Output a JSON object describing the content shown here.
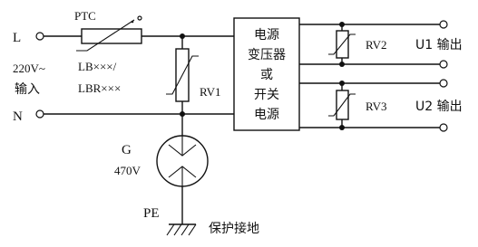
{
  "left_labels": {
    "line": "L",
    "neutral": "N",
    "voltage": "220V~",
    "input": "输入"
  },
  "ptc": {
    "name": "PTC",
    "model_1": "LB×××/",
    "model_2": "LBR×××"
  },
  "varistors": {
    "rv1": "RV1",
    "rv2": "RV2",
    "rv3": "RV3"
  },
  "gas_tube": {
    "name": "G",
    "voltage": "470V"
  },
  "ground": {
    "pe": "PE",
    "label": "保护接地"
  },
  "power_block": {
    "line_1": "电源",
    "line_2": "变压器",
    "line_3": "或",
    "line_4": "开关",
    "line_5": "电源"
  },
  "outputs": {
    "u1": "U1 输出",
    "u2": "U2 输出"
  }
}
